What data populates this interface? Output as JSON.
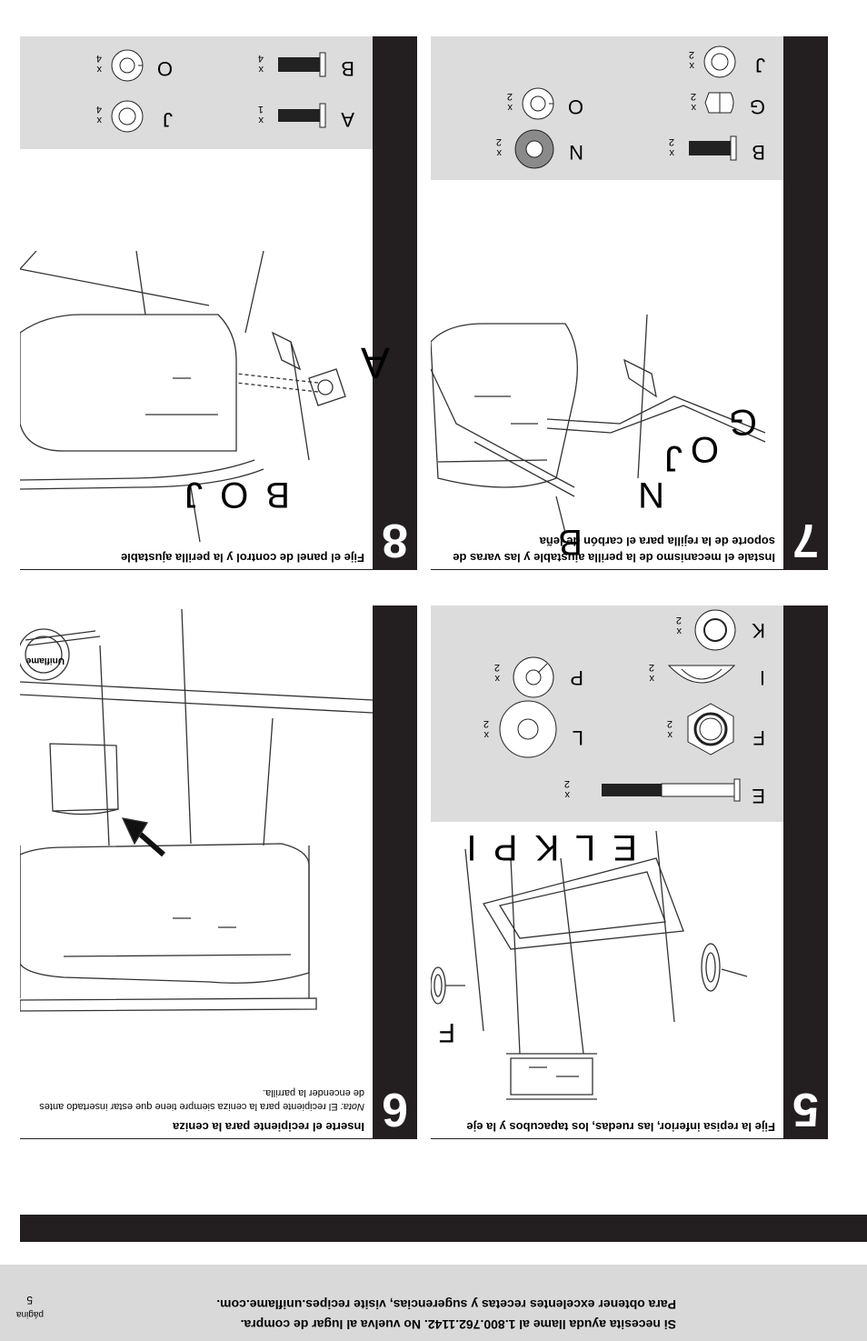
{
  "footer": {
    "line1": "Si necesita ayuda llame al 1.800.762.1142. No vuelva al lugar de compra.",
    "line2": "Para obtener excelentes recetas y sugerencias, visite recipes.uniflame.com.",
    "page_label": "página",
    "page_number": "5"
  },
  "steps": [
    {
      "number": "5",
      "title": "Fije la repisa inferior, las ruedas, los tapacubos y la eje",
      "callouts": [
        "E L K P I",
        "F"
      ],
      "parts": [
        {
          "letter": "E",
          "qty": "x 2",
          "icon": "axle-icon"
        },
        {
          "letter": "F",
          "qty": "x 2",
          "icon": "hex-nut-icon"
        },
        {
          "letter": "L",
          "qty": "x 2",
          "icon": "large-washer-icon"
        },
        {
          "letter": "I",
          "qty": "x 2",
          "icon": "hubcap-icon"
        },
        {
          "letter": "P",
          "qty": "x 2",
          "icon": "cotter-pin-icon"
        },
        {
          "letter": "K",
          "qty": "x 2",
          "icon": "washer-icon"
        }
      ]
    },
    {
      "number": "6",
      "title": "Inserte el recipiente para la ceniza",
      "note_label": "Nota:",
      "note": "El recipiente para la ceniza siempre tiene que estar insertado antes de encender la parrilla.",
      "brand_on_drawing": "Uniflame"
    },
    {
      "number": "7",
      "title": "Instale el mecanismo de la perilla ajustable y las varas de soporte de la rejilla para el carbón de leña",
      "callouts": [
        "B",
        "N",
        "J",
        "O",
        "G"
      ],
      "parts": [
        {
          "letter": "B",
          "qty": "x 2",
          "icon": "bolt-icon"
        },
        {
          "letter": "G",
          "qty": "x 2",
          "icon": "lock-nut-icon"
        },
        {
          "letter": "J",
          "qty": "x 2",
          "icon": "lock-washer-icon"
        },
        {
          "letter": "N",
          "qty": "x 2",
          "icon": "spacer-icon"
        },
        {
          "letter": "O",
          "qty": "x 2",
          "icon": "split-washer-icon"
        }
      ]
    },
    {
      "number": "8",
      "title": "Fije el panel de control y la perilla ajustable",
      "callouts": [
        "B",
        "O",
        "J",
        "A"
      ],
      "parts": [
        {
          "letter": "A",
          "qty": "x 1",
          "icon": "short-bolt-icon"
        },
        {
          "letter": "B",
          "qty": "x 4",
          "icon": "bolt-icon"
        },
        {
          "letter": "J",
          "qty": "x 4",
          "icon": "lock-washer-icon"
        },
        {
          "letter": "O",
          "qty": "x 4",
          "icon": "split-washer-icon"
        }
      ]
    }
  ]
}
